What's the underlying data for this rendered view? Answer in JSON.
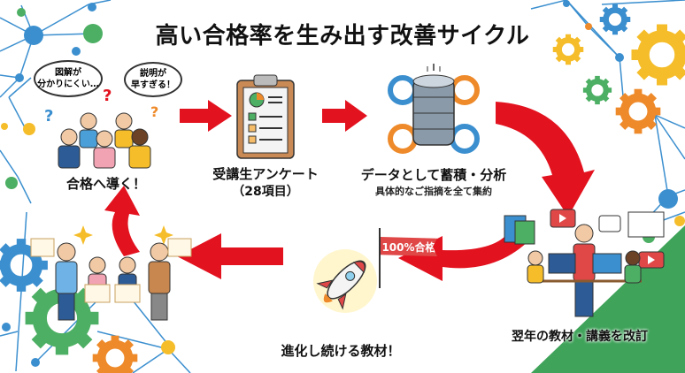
{
  "title": "高い合格率を生み出す改善サイクル",
  "colors": {
    "arrow": "#e3121f",
    "network_blue": "#3b8fcf",
    "network_green": "#4caf63",
    "network_yellow": "#f5bd2a",
    "gear_orange": "#ee8a2a",
    "background_green": "#3fa35a"
  },
  "steps": [
    {
      "id": "students",
      "label": "合格へ導く！",
      "thoughts": [
        "図解が\n分かりにくい…",
        "説明が\n早すぎる！"
      ],
      "icon": "confused-students-icon"
    },
    {
      "id": "survey",
      "label": "受講生アンケート",
      "sublabel": "（28項目）",
      "icon": "clipboard-survey-icon"
    },
    {
      "id": "data",
      "label": "データとして蓄積・分析",
      "sublabel": "具体的なご指摘を全て集約",
      "icon": "database-gears-icon"
    },
    {
      "id": "revise",
      "label": "翌年の教材・講義を改訂",
      "icon": "teacher-team-icon"
    },
    {
      "id": "evolve",
      "label": "進化し続ける教材！",
      "flag": "100%合格",
      "icon": "rocket-icon"
    },
    {
      "id": "pass",
      "icon": "graduates-certificates-icon"
    }
  ]
}
